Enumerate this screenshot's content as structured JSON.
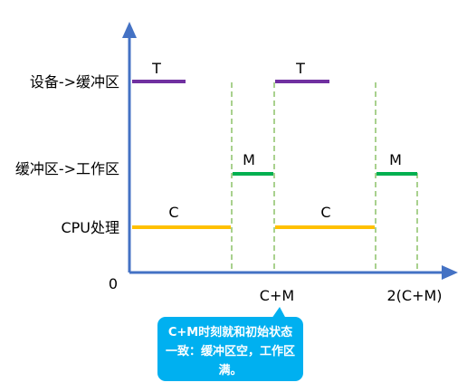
{
  "diagram": {
    "rows": [
      {
        "label": "设备->缓冲区",
        "color": "#7030A0",
        "bar_letter": "T"
      },
      {
        "label": "缓冲区->工作区",
        "color": "#00B050",
        "bar_letter": "M"
      },
      {
        "label": "CPU处理",
        "color": "#FFC000",
        "bar_letter": "C"
      }
    ],
    "origin_label": "0",
    "time_ticks": [
      "C+M",
      "2(C+M)"
    ],
    "guide_line_color": "#A9D18E",
    "axis_color": "#4472C4",
    "bars": [
      {
        "row": 0,
        "letter": "T"
      },
      {
        "row": 0,
        "letter": "T"
      },
      {
        "row": 1,
        "letter": "M"
      },
      {
        "row": 1,
        "letter": "M"
      },
      {
        "row": 2,
        "letter": "C"
      },
      {
        "row": 2,
        "letter": "C"
      }
    ]
  },
  "callout": {
    "text": "C+M时刻就和初始状态一致：缓冲区空，工作区满。",
    "background": "#00B0F0"
  }
}
